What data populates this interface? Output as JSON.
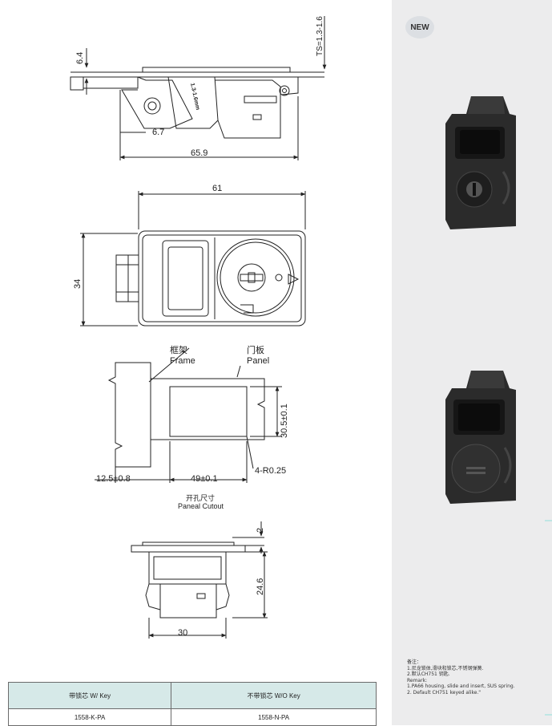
{
  "badge": {
    "label": "NEW"
  },
  "dims": {
    "top_thickness": "6.4",
    "ts": "TS=1.3-1.6",
    "offset": "6.7",
    "depth": "65.9",
    "stamp": "1.3-1.6mm",
    "width": "61",
    "height": "34",
    "cutout_h": "30.5±0.1",
    "cutout_w": "49±0.1",
    "frame_gap": "12.5±0.8",
    "radius": "4-R0.25",
    "flange": "2",
    "body_depth": "24.6",
    "body_width": "30"
  },
  "labels": {
    "frame_cn": "框架",
    "frame_en": "Frame",
    "panel_cn": "门板",
    "panel_en": "Panel",
    "cutout_cn": "开孔尺寸",
    "cutout_en": "Paneal  Cutout"
  },
  "notes": [
    "备注：",
    "1.尼龙锁体,滑块和锁芯,不锈钢弹簧.",
    "2.默认CH751 钥匙.",
    "Remark:",
    "1.PA66 housing, slide and insert, SUS spring.",
    "2. Default CH751 keyed alike.\""
  ],
  "table": {
    "headers": [
      "带锁芯 W/ Key",
      "不带锁芯 W/O Key"
    ],
    "rows": [
      [
        "1558-K-PA",
        "1558-N-PA"
      ]
    ]
  }
}
